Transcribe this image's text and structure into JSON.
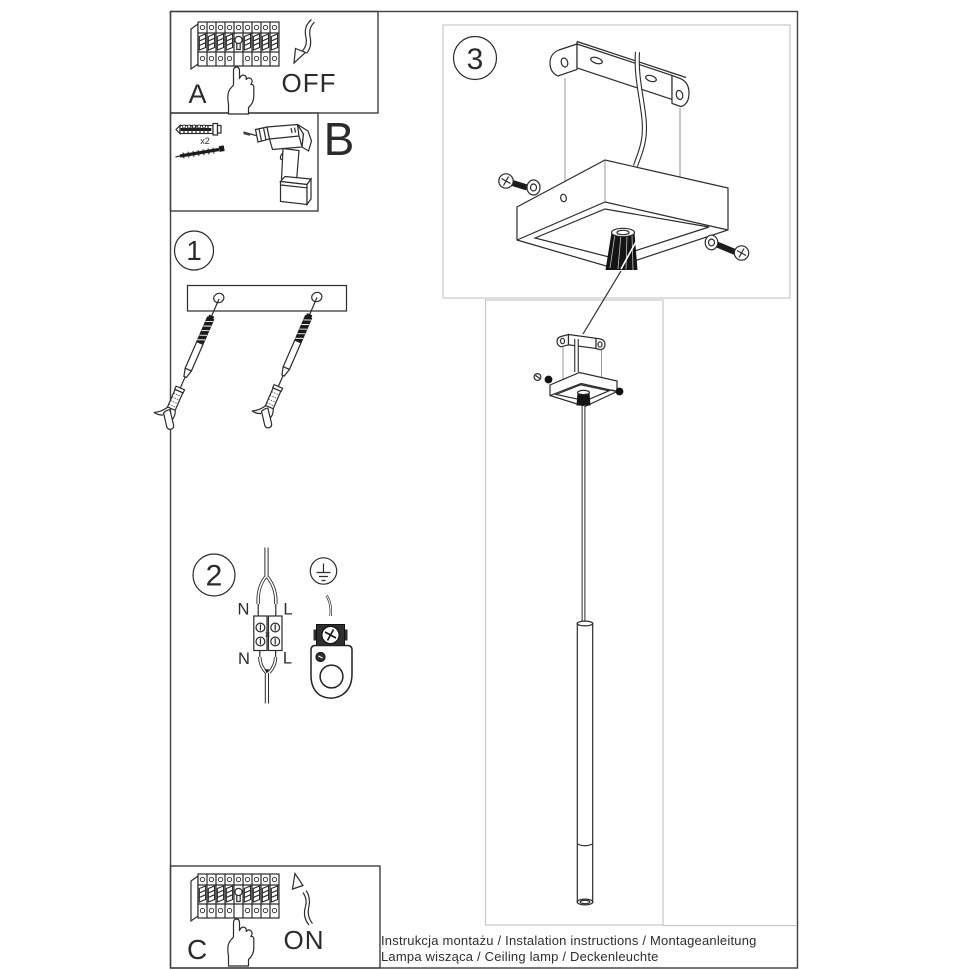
{
  "page": {
    "background": "#ffffff",
    "line_color": "#2b2b2b",
    "panel_border_color": "#3f3f3f",
    "light_border_color": "#c7c7c7"
  },
  "steps": {
    "a": {
      "label": "A",
      "action": "OFF"
    },
    "b": {
      "label": "B",
      "quantity_note": "x2"
    },
    "s1": {
      "number": "1"
    },
    "s2": {
      "number": "2",
      "terminal_labels": {
        "n_top": "N",
        "l_top": "L",
        "n_bottom": "N",
        "l_bottom": "L"
      }
    },
    "s3": {
      "number": "3"
    },
    "c": {
      "label": "C",
      "action": "ON"
    }
  },
  "footer": {
    "line1": "Instrukcja montażu / Instalation instructions / Montageanleitung",
    "line2": "Lampa wisząca / Ceiling lamp / Deckenleuchte"
  }
}
